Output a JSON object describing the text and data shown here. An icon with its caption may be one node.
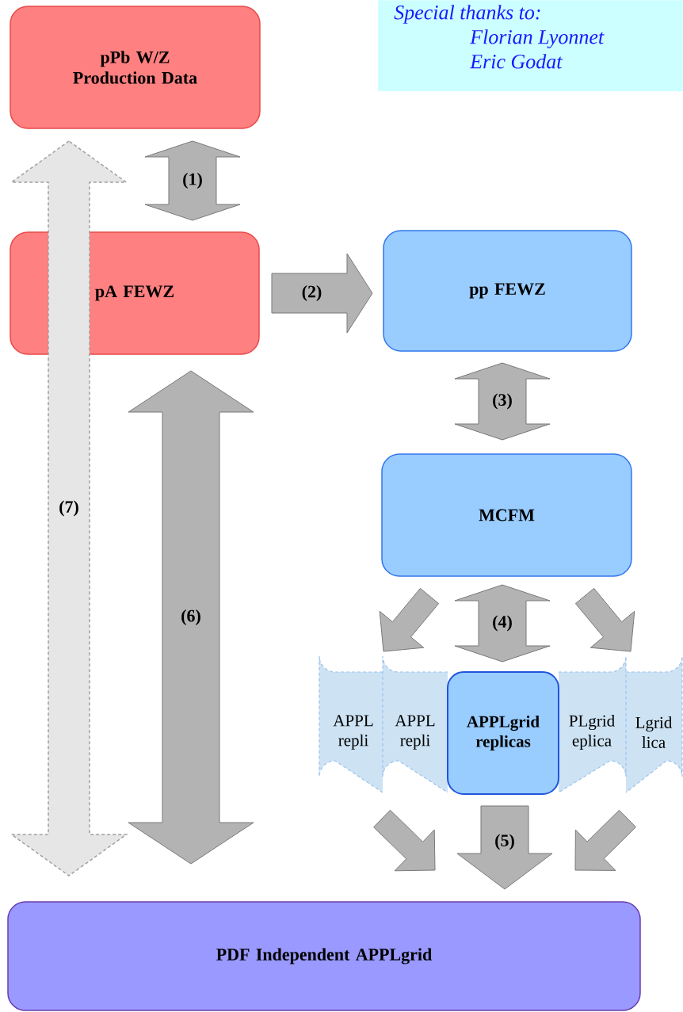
{
  "diagram": {
    "nodes": [
      {
        "text": [
          "pPb W/Z Production Data"
        ]
      },
      {
        "text": [
          "Special thanks to:",
          "Florian Lyonnet",
          "Eric  Godat"
        ]
      },
      {
        "text": [
          "pA FEWZ"
        ]
      },
      {
        "text": [
          "pp FEWZ"
        ]
      },
      {
        "text": [
          "MCFM"
        ]
      },
      {
        "text": [
          "APPL repli"
        ]
      },
      {
        "text": [
          "APPL repli"
        ]
      },
      {
        "text": [
          "APPLgrid replicas"
        ]
      },
      {
        "text": [
          "PLgrid eplica"
        ]
      },
      {
        "text": [
          "Lgrid lica"
        ]
      },
      {
        "text": [
          "PDF Independent APPLgrid"
        ]
      }
    ],
    "edges": [
      {
        "from": 0,
        "to": 2,
        "arrow": "both",
        "label": "(1)"
      },
      {
        "from": 2,
        "to": 3,
        "arrow": "to",
        "label": "(2)"
      },
      {
        "from": 3,
        "to": 4,
        "arrow": "both",
        "label": "(3)"
      },
      {
        "from": 4,
        "to": 5,
        "arrow": "to"
      },
      {
        "from": 4,
        "to": 7,
        "arrow": "both",
        "label": "(4)"
      },
      {
        "from": 4,
        "to": 9,
        "arrow": "to"
      },
      {
        "from": 5,
        "to": 10,
        "arrow": "to"
      },
      {
        "from": 7,
        "to": 10,
        "arrow": "to",
        "label": "(5)"
      },
      {
        "from": 9,
        "to": 10,
        "arrow": "to"
      },
      {
        "from": 2,
        "to": 10,
        "arrow": "both",
        "label": "(6)"
      },
      {
        "from": 0,
        "to": 10,
        "arrow": "both",
        "label": "(7)",
        "style": "dashed",
        "color": "#e6e6e6"
      }
    ]
  }
}
